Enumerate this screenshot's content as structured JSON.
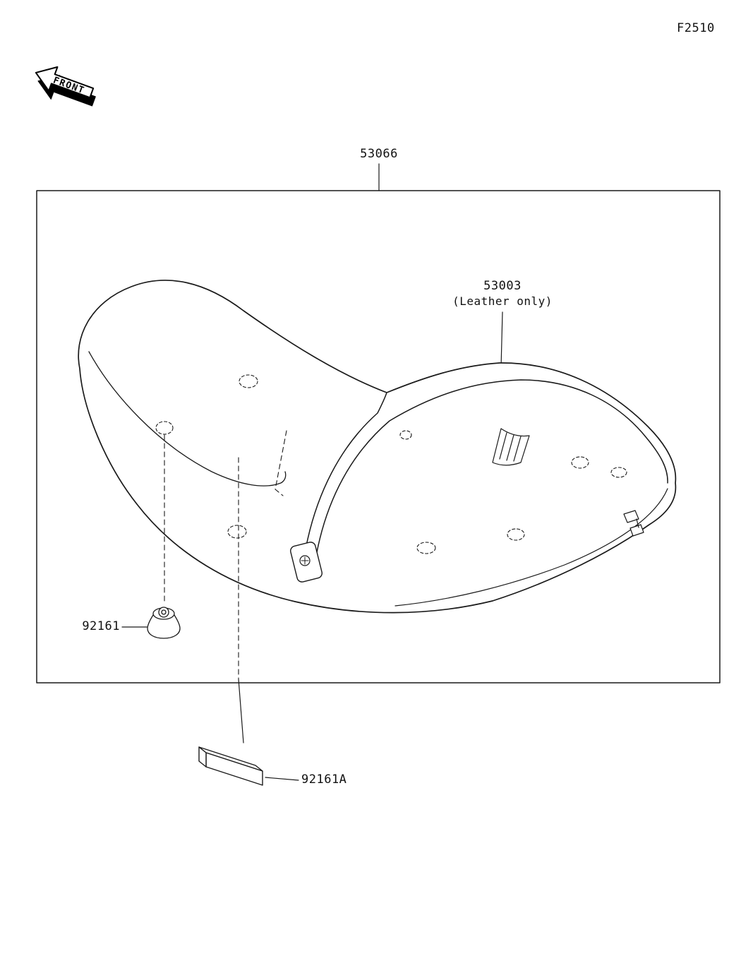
{
  "page": {
    "figure_code": "F2510"
  },
  "front_arrow": {
    "label": "FRONT"
  },
  "parts": {
    "assembly_label": "53066",
    "leather_label": "53003",
    "leather_note": "(Leather only)",
    "damper_label": "92161",
    "pad_label": "92161A"
  }
}
